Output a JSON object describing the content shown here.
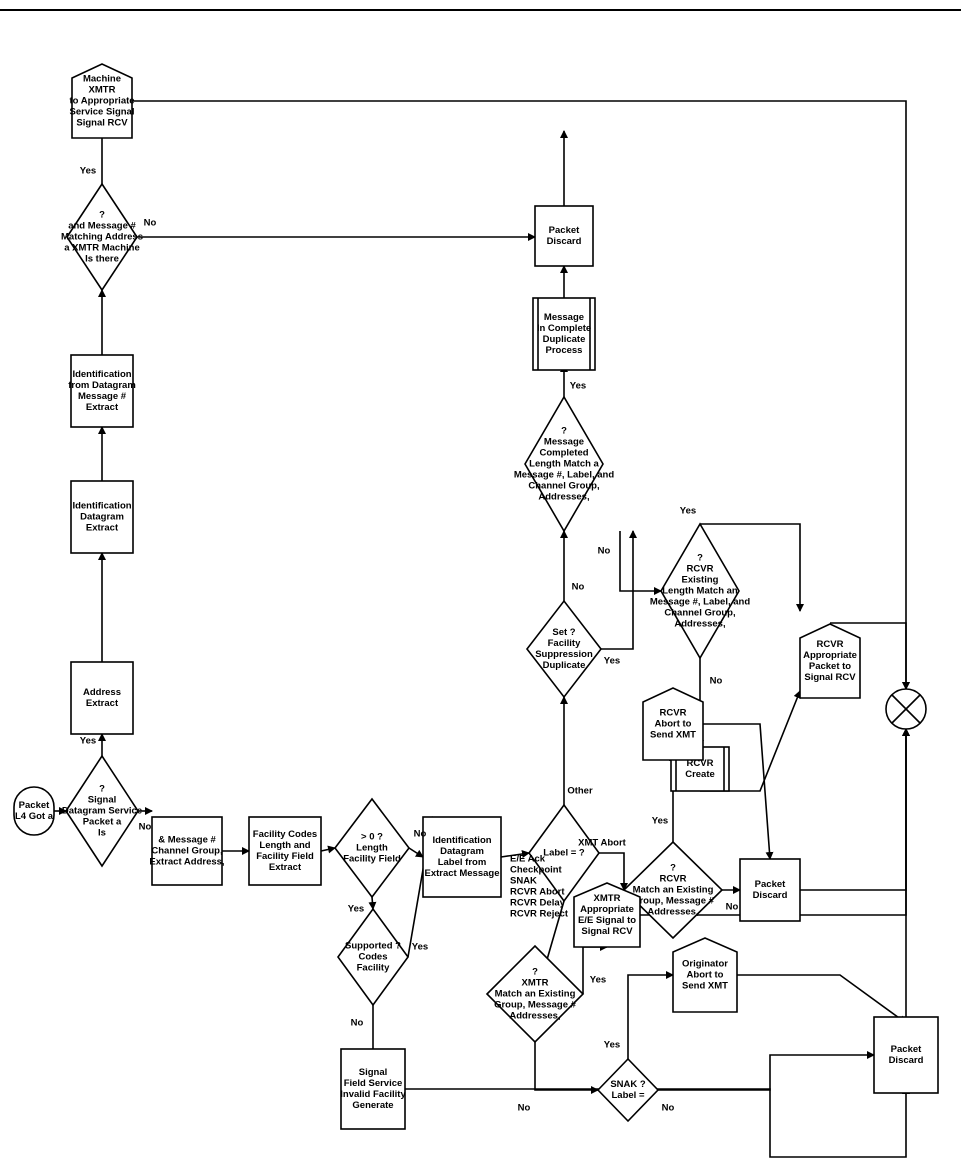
{
  "nodes": {
    "start": [
      "L4 Got a",
      "Packet"
    ],
    "is_dgram": [
      "Is",
      "Packet a",
      "Datagram Service",
      "Signal",
      "?"
    ],
    "extract_address": [
      "Extract",
      "Address"
    ],
    "extract_dgram_id": [
      "Extract",
      "Datagram",
      "Identification"
    ],
    "extract_msg_num": [
      "Extract",
      "Message #",
      "from Datagram",
      "Identification"
    ],
    "is_xmtr_match": [
      "Is there",
      "a XMTR Machine",
      "Matching Address",
      "and Message #",
      "?"
    ],
    "signal_rcv_service": [
      "Signal RCV",
      "Service Signal",
      "to Appropriate",
      "XMTR",
      "Machine"
    ],
    "extract_addr_group_msg": [
      "Extract Address,",
      "Channel Group,",
      "& Message #"
    ],
    "extract_facility": [
      "Extract",
      "Facility Field",
      "Length and",
      "Facility Codes"
    ],
    "facility_len": [
      "Facility Field",
      "Length",
      "> 0 ?"
    ],
    "facility_codes": [
      "Facility",
      "Codes",
      "Supported ?"
    ],
    "generate_invalid": [
      "Generate",
      "Invalid Facility",
      "Field Service",
      "Signal"
    ],
    "extract_label": [
      "Extract Message",
      "Label from",
      "Datagram",
      "Identification"
    ],
    "label_eq": [
      "Label = ?"
    ],
    "dup_supp": [
      "Duplicate",
      "Suppression",
      "Facility",
      "Set ?"
    ],
    "match_completed": [
      "Addresses,",
      "Channel Group,",
      "Message #, Label, and",
      "Length Match a",
      "Completed",
      "Message",
      "?"
    ],
    "process_dup": [
      "Process",
      "Duplicate",
      "In Complete",
      "Message"
    ],
    "discard_top": [
      "Discard",
      "Packet"
    ],
    "match_existing_rcvr": [
      "Addresses,",
      "Channel Group,",
      "Message #, Label, and",
      "Length Match an",
      "Existing",
      "RCVR",
      "?"
    ],
    "create_rcvr": [
      "Create",
      "RCVR"
    ],
    "signal_rcv_packet": [
      "Signal RCV",
      "Packet to",
      "Appropriate",
      "RCVR"
    ],
    "xmt_abort_match": [
      "Addresses,",
      "Group, Message #",
      "Match an Existing",
      "RCVR",
      "?"
    ],
    "send_xmt_abort_rcvr": [
      "Send XMT",
      "Abort to",
      "RCVR"
    ],
    "discard_mid": [
      "Discard",
      "Packet"
    ],
    "xmtr_match": [
      "Addresses,",
      "Group, Message #",
      "Match an Existing",
      "XMTR",
      "?"
    ],
    "signal_rcv_ee": [
      "Signal RCV",
      "E/E Signal to",
      "Appropriate",
      "XMTR"
    ],
    "label_snak": [
      "Label =",
      "SNAK ?"
    ],
    "send_xmt_abort_orig": [
      "Send XMT",
      "Abort to",
      "Originator"
    ],
    "discard_bottom": [
      "Discard",
      "Packet"
    ]
  },
  "edge_labels": {
    "yes": "Yes",
    "no": "No",
    "other": "Other",
    "xmt_abort": "XMT Abort",
    "ee_list": [
      "E/E Ack",
      "Checkpoint",
      "SNAK",
      "RCVR Abort",
      "RCVR Delay",
      "RCVR Reject"
    ]
  }
}
